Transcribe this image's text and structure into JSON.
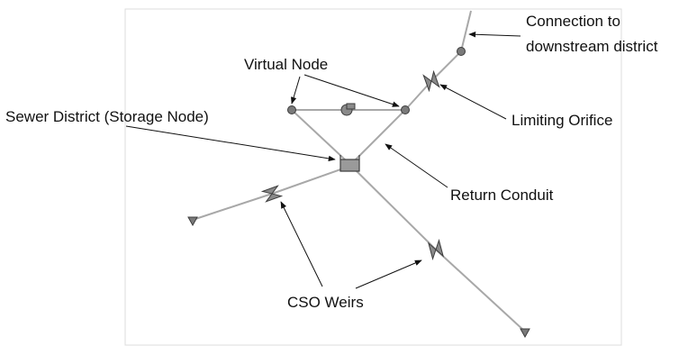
{
  "diagram": {
    "labels": {
      "connection_line1": "Connection to",
      "connection_line2": "downstream district",
      "virtual_node": "Virtual Node",
      "sewer_district": "Sewer District (Storage Node)",
      "limiting_orifice": "Limiting Orifice",
      "return_conduit": "Return Conduit",
      "cso_weirs": "CSO Weirs"
    },
    "colors": {
      "link": "#a8a8a8",
      "node_fill": "#7a7a7a",
      "node_stroke": "#3c3c3c",
      "storage_fill": "#9a9a9a",
      "arrow": "#111111",
      "frame": "#dcdcdc",
      "text": "#111111"
    },
    "icons": {
      "junction": "circle-node",
      "storage": "storage-node-box",
      "weir": "bowtie-weir",
      "orifice": "bowtie-orifice",
      "pump": "pump-symbol",
      "outfall": "triangle-outfall"
    }
  }
}
